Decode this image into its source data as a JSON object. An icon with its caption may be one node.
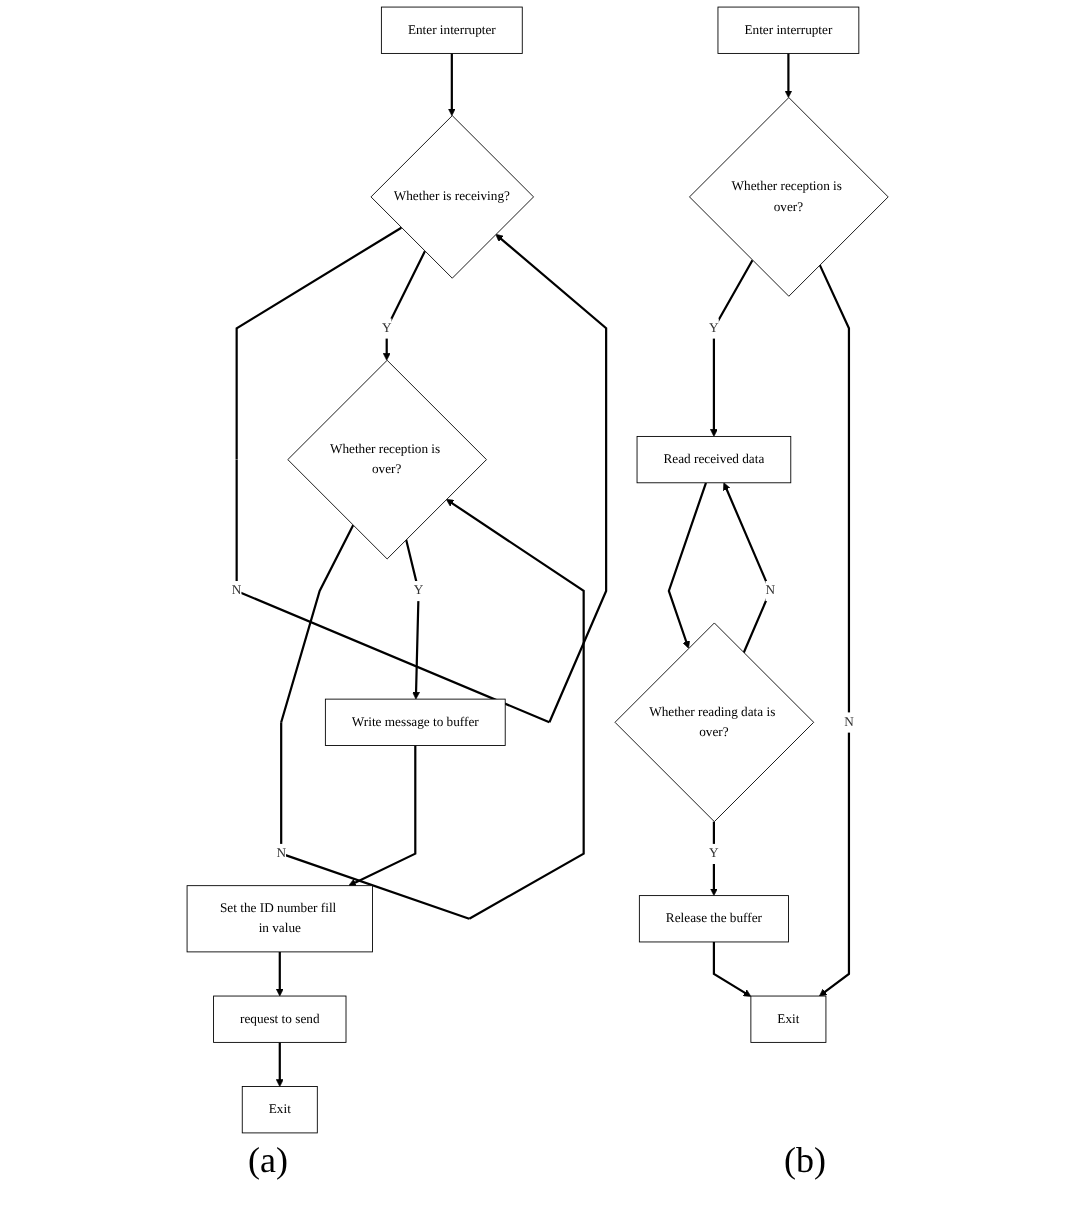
{
  "diagram": {
    "nodes": [
      {
        "text": [
          "Enter interrupter"
        ]
      },
      {
        "text": [
          "Whether is receiving?"
        ]
      },
      {
        "text": [
          "Whether reception is over?"
        ]
      },
      {
        "text": [
          "Write message to buffer"
        ]
      },
      {
        "text": [
          "Set the ID number fill in value"
        ]
      },
      {
        "text": [
          "request to send"
        ]
      },
      {
        "text": [
          "Exit"
        ]
      },
      {
        "text": [
          "Enter interrupter"
        ]
      },
      {
        "text": [
          "Whether reception is over?"
        ]
      },
      {
        "text": [
          "Read received data"
        ]
      },
      {
        "text": [
          "Whether reading data is over?"
        ]
      },
      {
        "text": [
          "Release the buffer"
        ]
      },
      {
        "text": [
          "Exit"
        ]
      }
    ],
    "edges": [
      {
        "from": 0,
        "to": 1,
        "arrow": "to"
      },
      {
        "from": 1,
        "to": 1,
        "arrow": "to",
        "label": "N"
      },
      {
        "from": 1,
        "to": 2,
        "arrow": "to",
        "label": "Y"
      },
      {
        "from": 2,
        "to": 2,
        "arrow": "to",
        "label": "N"
      },
      {
        "from": 2,
        "to": 3,
        "arrow": "to",
        "label": "Y"
      },
      {
        "from": 3,
        "to": 4,
        "arrow": "to"
      },
      {
        "from": 4,
        "to": 5,
        "arrow": "to"
      },
      {
        "from": 5,
        "to": 6,
        "arrow": "to"
      },
      {
        "from": 7,
        "to": 8,
        "arrow": "to"
      },
      {
        "from": 8,
        "to": 9,
        "arrow": "to",
        "label": "Y"
      },
      {
        "from": 8,
        "to": 12,
        "arrow": "to",
        "label": "N"
      },
      {
        "from": 9,
        "to": 10,
        "arrow": "to"
      },
      {
        "from": 10,
        "to": 9,
        "arrow": "to",
        "label": "N"
      },
      {
        "from": 10,
        "to": 11,
        "arrow": "to",
        "label": "Y"
      },
      {
        "from": 11,
        "to": 12,
        "arrow": "to"
      }
    ],
    "labels": [
      "(a)",
      "(b)"
    ]
  }
}
